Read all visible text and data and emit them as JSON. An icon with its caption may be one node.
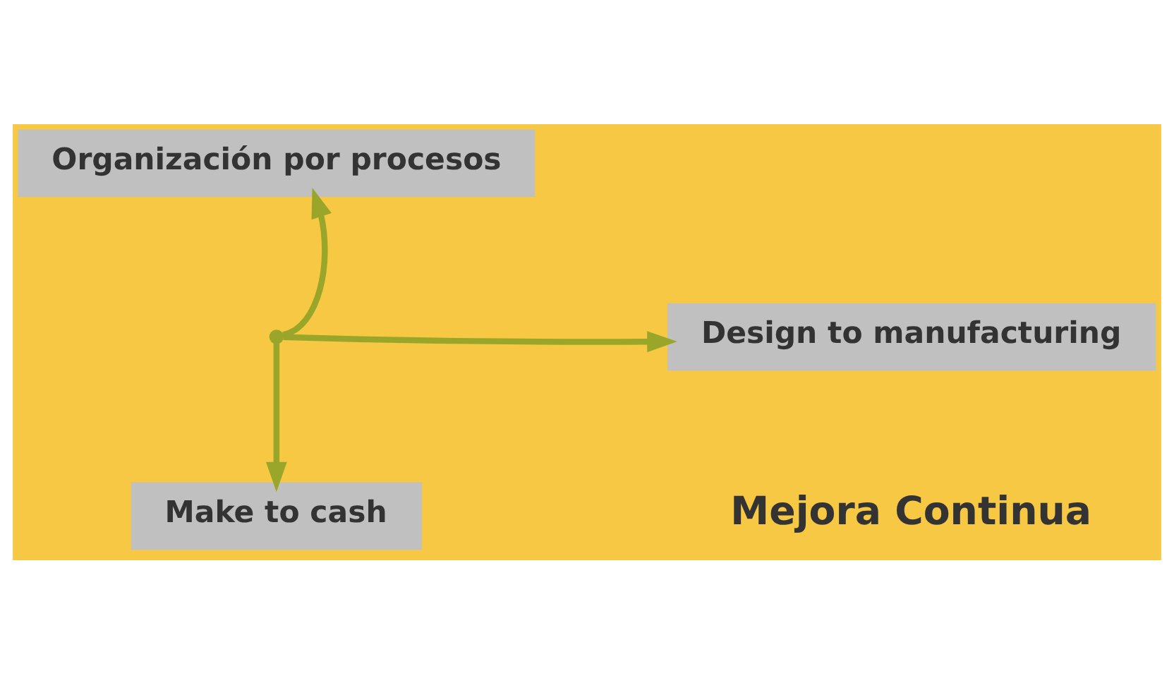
{
  "diagram": {
    "nodes": [
      {
        "text": [
          "Organización por procesos"
        ]
      },
      {
        "text": [
          "Design to manufacturing"
        ]
      },
      {
        "text": [
          "Make to cash"
        ]
      },
      {
        "text": [],
        "shape": "point"
      }
    ],
    "edges": [
      {
        "from": 3,
        "to": 0,
        "arrow": "to"
      },
      {
        "from": 3,
        "to": 1,
        "arrow": "to"
      },
      {
        "from": 3,
        "to": 2,
        "arrow": "to"
      }
    ],
    "labels": [
      "Mejora Continua"
    ]
  }
}
